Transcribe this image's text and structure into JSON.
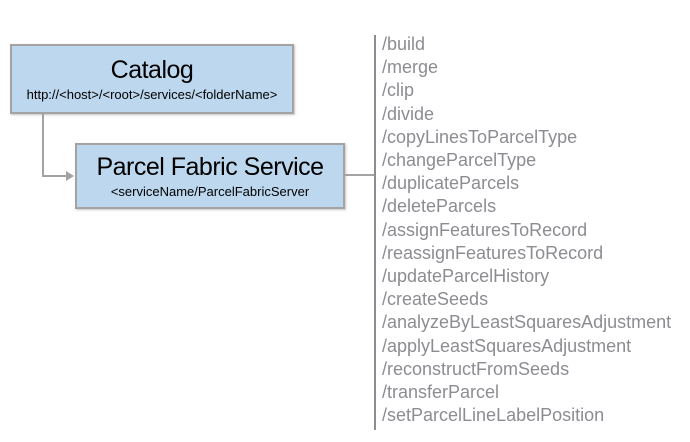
{
  "diagram": {
    "catalog_box": {
      "title": "Catalog",
      "subtitle": "http://<host>/<root>/services/<folderName>"
    },
    "service_box": {
      "title": "Parcel Fabric Service",
      "subtitle": "<serviceName/ParcelFabricServer"
    },
    "endpoints": [
      "/build",
      "/merge",
      "/clip",
      "/divide",
      "/copyLinesToParcelType",
      "/changeParcelType",
      "/duplicateParcels",
      "/deleteParcels",
      "/assignFeaturesToRecord",
      "/reassignFeaturesToRecord",
      "/updateParcelHistory",
      "/createSeeds",
      "/analyzeByLeastSquaresAdjustment",
      "/applyLeastSquaresAdjustment",
      "/reconstructFromSeeds",
      "/transferParcel",
      "/setParcelLineLabelPosition"
    ],
    "colors": {
      "box_fill": "#bdd7ee",
      "box_border": "#a3a3a3",
      "connector": "#a3a3a3",
      "endpoint_text": "#8c8c92",
      "title_text": "#000000"
    }
  }
}
